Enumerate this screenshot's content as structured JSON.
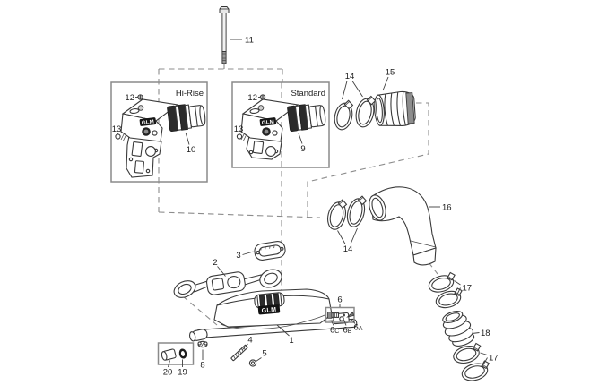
{
  "diagram": {
    "background": "#ffffff",
    "line_color": "#3a3a3a",
    "dash_color": "#8c8c8c",
    "brand_logo": "GLM",
    "variants": {
      "hi_rise_label": "Hi-Rise",
      "standard_label": "Standard"
    },
    "callouts": {
      "c1": "1",
      "c2": "2",
      "c3": "3",
      "c4": "4",
      "c5": "5",
      "c6": "6",
      "c6a": {
        "base": "6",
        "sub": "A"
      },
      "c6b": {
        "base": "6",
        "sub": "B"
      },
      "c6c": {
        "base": "6",
        "sub": "C"
      },
      "c8": "8",
      "c9": "9",
      "c10": "10",
      "c11": "11",
      "c12": "12",
      "c13": "13",
      "c14": "14",
      "c15": "15",
      "c16": "16",
      "c17": "17",
      "c18": "18",
      "c19": "19",
      "c20": "20"
    }
  }
}
